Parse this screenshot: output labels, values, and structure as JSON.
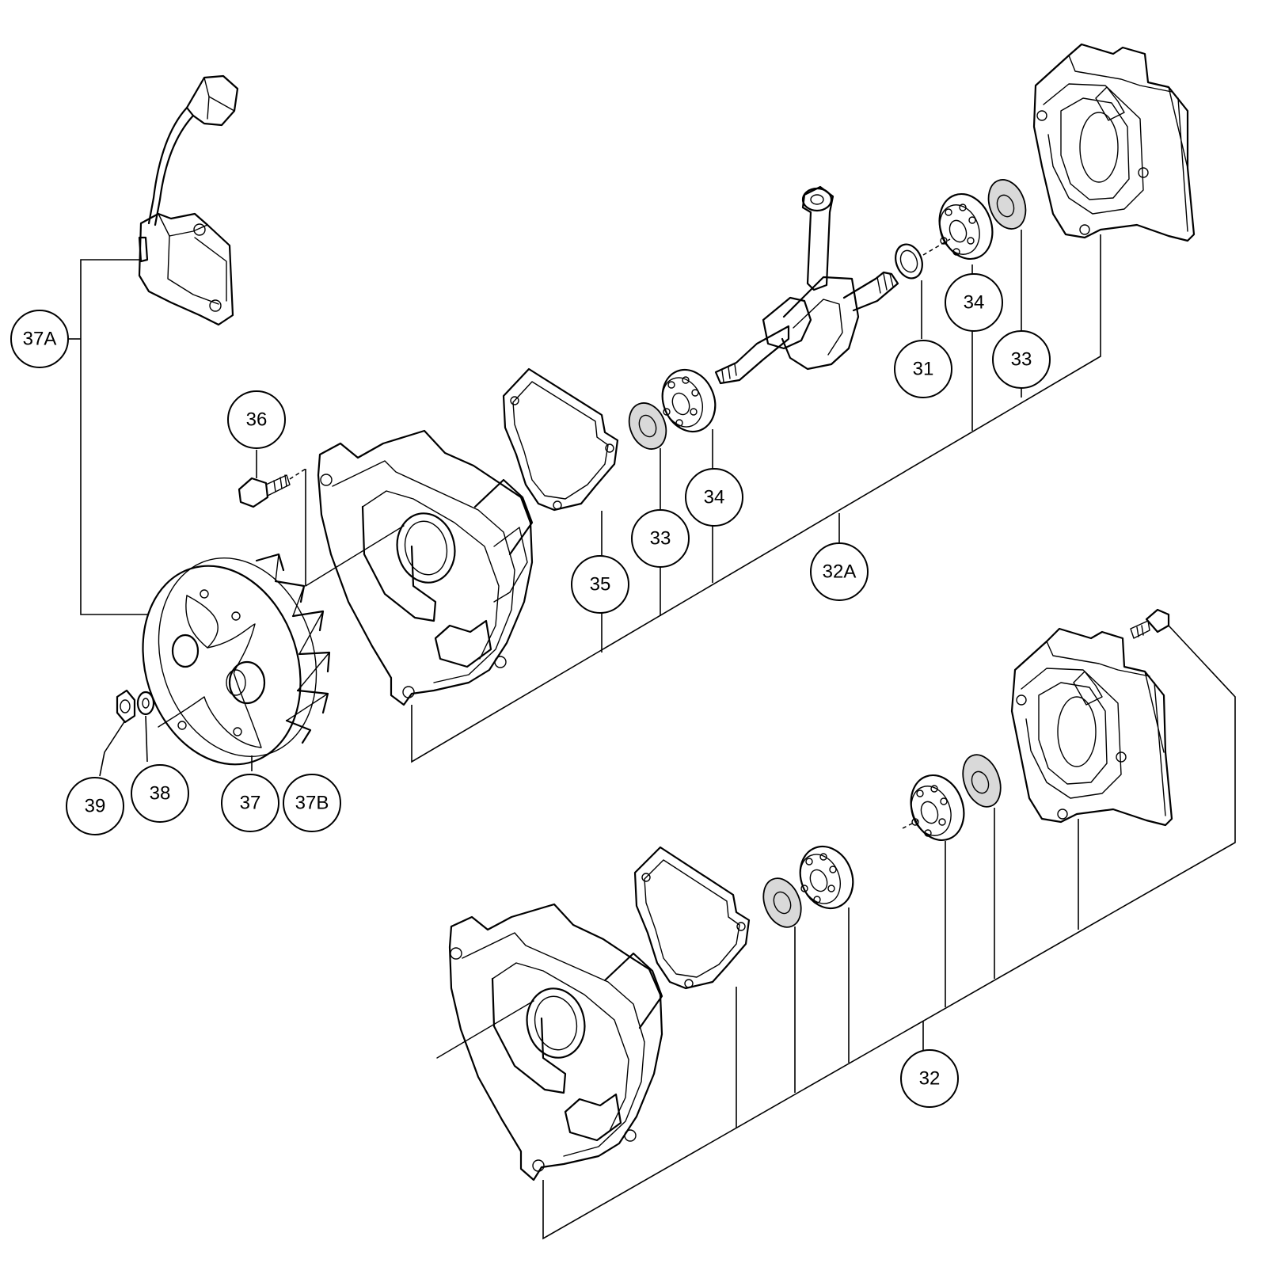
{
  "callouts": {
    "c37A": "37A",
    "c36": "36",
    "c39": "39",
    "c38": "38",
    "c37": "37",
    "c37B": "37B",
    "c35": "35",
    "c33a": "33",
    "c34a": "34",
    "c32A": "32A",
    "c31": "31",
    "c34b": "34",
    "c33b": "33",
    "c32": "32"
  },
  "icons": {
    "ignition_coil": "ignition-coil-icon",
    "flywheel": "flywheel-icon",
    "crankcase": "crankcase-half-icon",
    "gasket": "gasket-icon",
    "bearing": "ball-bearing-icon",
    "oil_seal": "oil-seal-icon",
    "crankshaft": "crankshaft-icon",
    "washer": "washer-icon",
    "nut": "nut-icon",
    "screw": "screw-icon"
  }
}
